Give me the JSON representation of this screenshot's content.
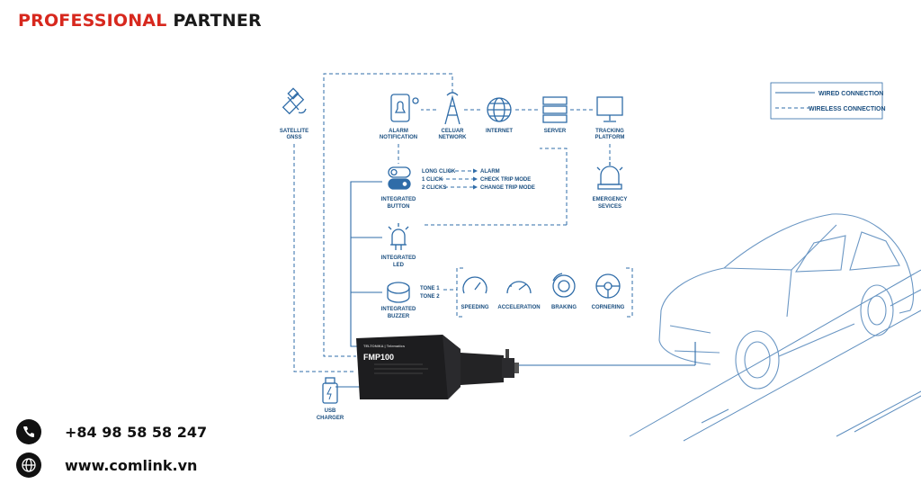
{
  "brand": {
    "accent": "PROFESSIONAL",
    "rest": "PARTNER"
  },
  "contact": {
    "phone": "+84 98 58 58 247",
    "website": "www.comlink.vn"
  },
  "legend": {
    "wired": "WIRED CONNECTION",
    "wireless": "WIRELESS CONNECTION"
  },
  "nodes": {
    "satellite": [
      "SATELLITE",
      "GNSS"
    ],
    "alarm": [
      "ALARM",
      "NOTIFICATION"
    ],
    "cellular": [
      "CELUAR",
      "NETWORK"
    ],
    "internet": "INTERNET",
    "server": "SERVER",
    "tracking": [
      "TRACKING",
      "PLATFORM"
    ],
    "emergency": [
      "EMERGENCY",
      "SEVICES"
    ],
    "button": [
      "INTEGRATED",
      "BUTTON"
    ],
    "led": [
      "INTEGRATED",
      "LED"
    ],
    "buzzer": [
      "INTEGRATED",
      "BUZZER"
    ],
    "usb": [
      "USB",
      "CHARGER"
    ]
  },
  "clicks": [
    {
      "input": "LONG CLICK",
      "result": "ALARM"
    },
    {
      "input": "1 CLICK",
      "result": "CHECK TRIP MODE"
    },
    {
      "input": "2 CLICKS",
      "result": "CHANGE TRIP MODE"
    }
  ],
  "tones": [
    "TONE 1",
    "TONE 2"
  ],
  "behaviors": [
    "SPEEDING",
    "ACCELERATION",
    "BRAKING",
    "CORNERING"
  ],
  "device": {
    "model": "FMP100",
    "brand": "TELTONIKA | Telematics"
  },
  "colors": {
    "accent": "#d7281e",
    "line": "#2f6ca8",
    "text": "#1b4f80",
    "dark": "#111111"
  }
}
